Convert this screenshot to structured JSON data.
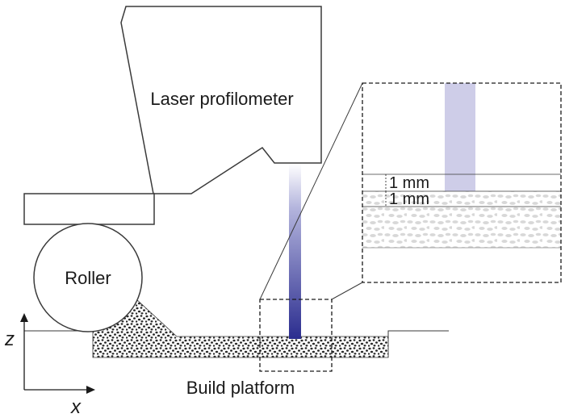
{
  "labels": {
    "profilometer": "Laser profilometer",
    "roller": "Roller",
    "platform": "Build platform",
    "inset_upper": "1 mm",
    "inset_lower": "1 mm"
  },
  "axes": {
    "vertical": "z",
    "horizontal": "x"
  },
  "colors": {
    "outline": "#3a3a3a",
    "laser": "#2b2d8f",
    "laser_light": "#c9c8e6",
    "powder_dark": "#2a2a2a",
    "powder_light": "#d8d8d8"
  }
}
